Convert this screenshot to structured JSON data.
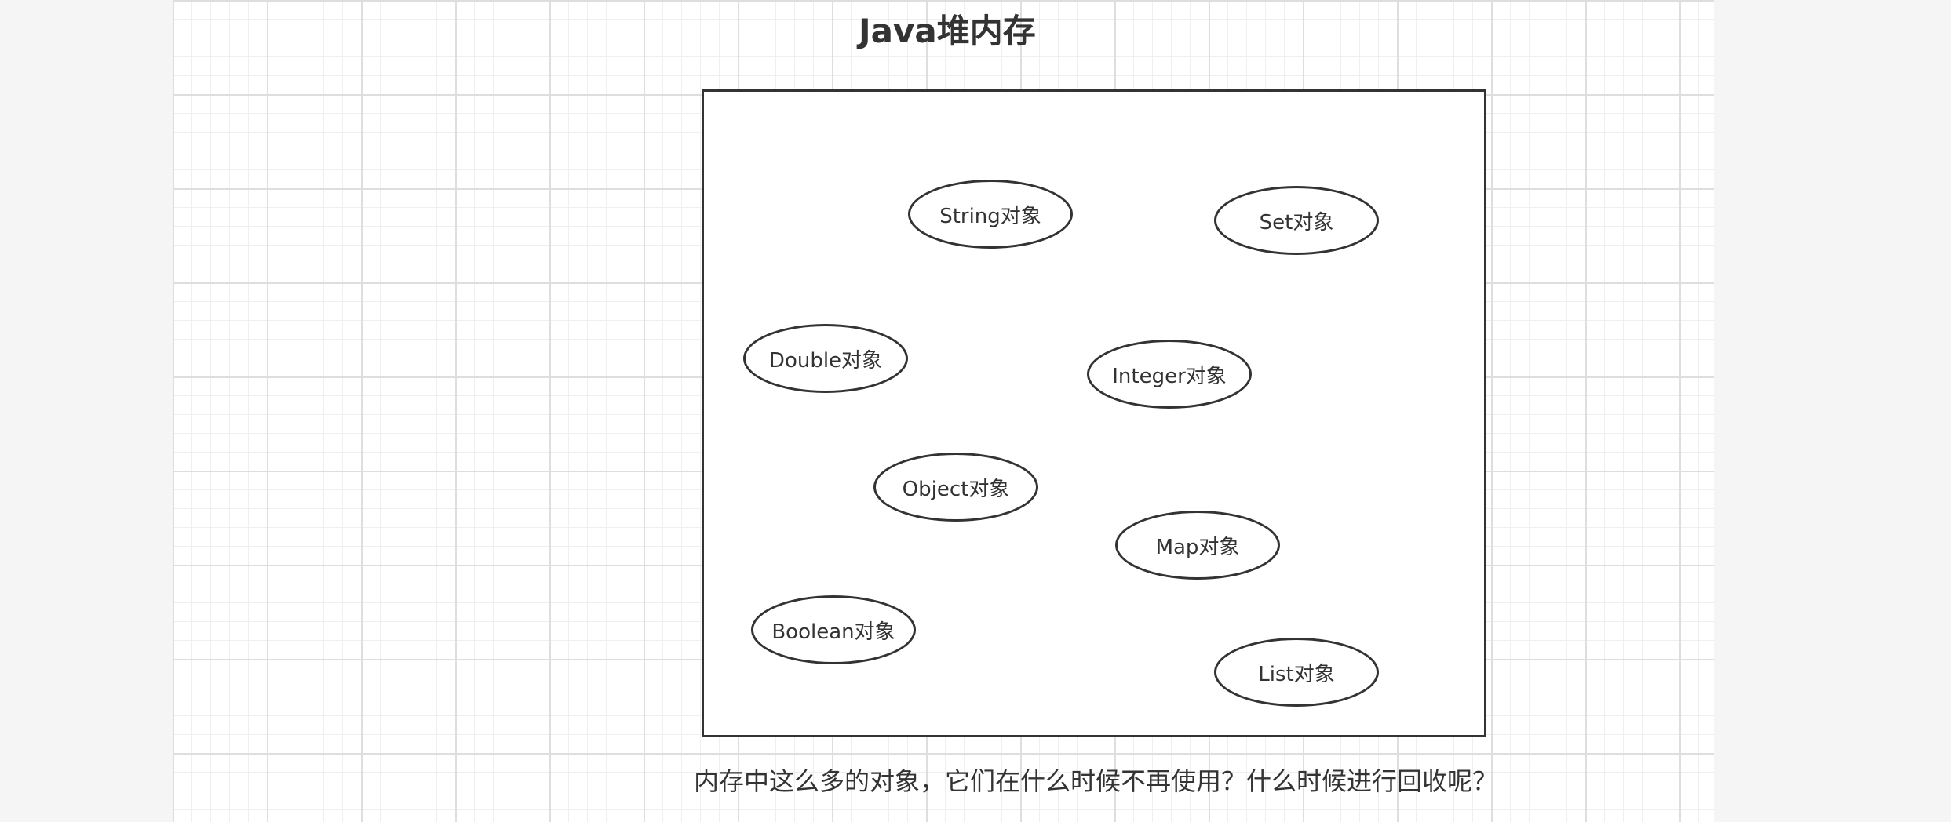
{
  "diagram": {
    "title": "Java堆内存",
    "objects": [
      {
        "id": "string",
        "label": "String对象"
      },
      {
        "id": "set",
        "label": "Set对象"
      },
      {
        "id": "double",
        "label": "Double对象"
      },
      {
        "id": "integer",
        "label": "Integer对象"
      },
      {
        "id": "object",
        "label": "Object对象"
      },
      {
        "id": "map",
        "label": "Map对象"
      },
      {
        "id": "boolean",
        "label": "Boolean对象"
      },
      {
        "id": "list",
        "label": "List对象"
      }
    ],
    "caption": "内存中这么多的对象，它们在什么时候不再使用？什么时候进行回收呢？"
  }
}
